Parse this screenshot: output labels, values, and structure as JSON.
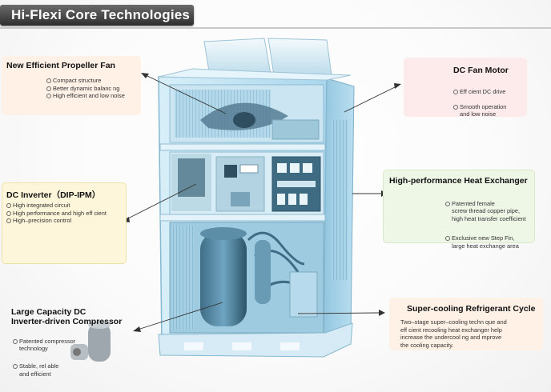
{
  "header": {
    "title": "Hi-Flexi Core Technologies"
  },
  "callouts": {
    "fan": {
      "title": "New Efficient Propeller Fan",
      "bullets": [
        "Compact structure",
        "Better dynamic balanc ng",
        "High efficient and low noise"
      ]
    },
    "motor": {
      "title": "DC Fan Motor",
      "bullets": [
        "Eff cient DC drive",
        "Smooth operation\nand low noise"
      ]
    },
    "exchanger": {
      "title": "High-performance Heat Exchanger",
      "bullets": [
        "Patented female\nscrew thread copper pipe,\nhigh heat transfer coefficient",
        "Exclusive new Step Fin,\nlarge heat exchange area"
      ]
    },
    "inverter": {
      "title": "DC Inverter（DIP-IPM）",
      "bullets": [
        "High integrated circuit",
        "High performance and high eff cient",
        "High–precision control"
      ]
    },
    "compressor": {
      "title_line1": "Large Capacity DC",
      "title_line2": "Inverter-driven Compressor",
      "bullets": [
        "Patented compressor\ntechnology",
        "Stable, rel able\nand efficient"
      ]
    },
    "supercool": {
      "title": "Super-cooling Refrigerant Cycle",
      "text": "Two–stage super–cooling techn que and\neff cient recooling heat exchanger help\nincrease the undercool ng and  mprove\nthe cooling capacity."
    }
  },
  "colors": {
    "unit_body": "#bfe3f3",
    "title_bar": "#3a3a3a",
    "arrow": "#333333"
  }
}
